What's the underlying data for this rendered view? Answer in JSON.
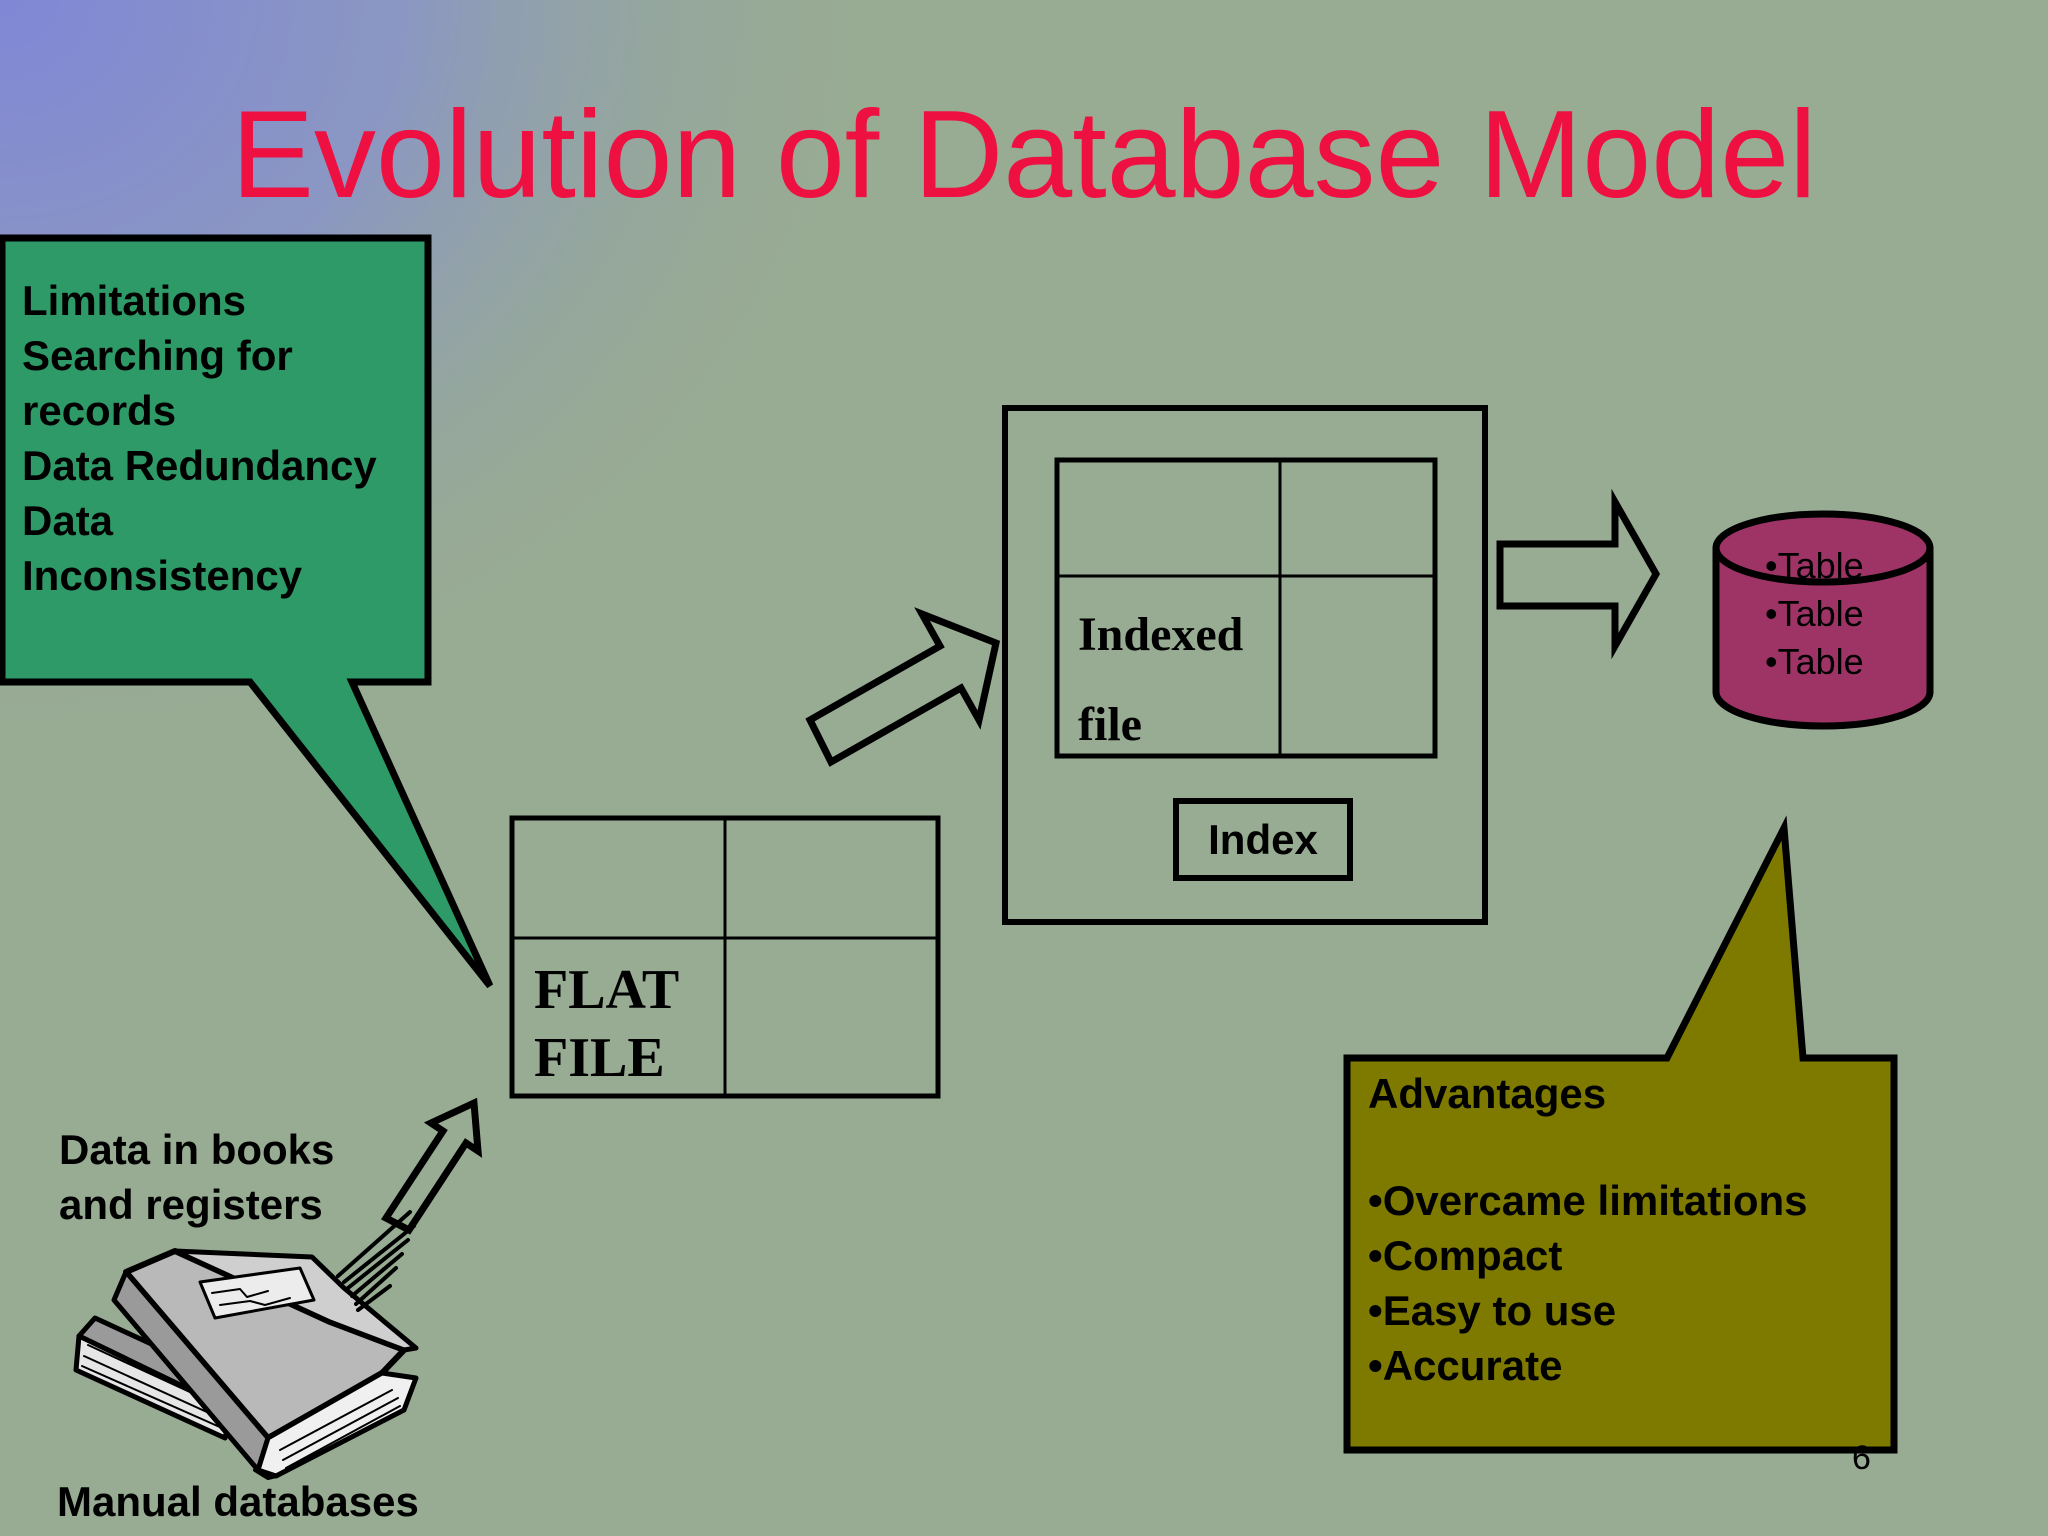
{
  "slide": {
    "title": "Evolution of Database Model",
    "page_number": "6",
    "colors": {
      "title": "#ee1040",
      "background": "#98ab93",
      "limitations_callout": "#2e9a67",
      "advantages_callout": "#7e7a00",
      "database_cylinder": "#9e3465"
    }
  },
  "limitations_callout": {
    "lines": [
      "Limitations",
      "Searching for",
      "records",
      "Data Redundancy",
      "Data",
      "Inconsistency"
    ]
  },
  "manual": {
    "caption_lines": [
      "Data in books",
      "and registers"
    ],
    "label": "Manual databases",
    "icon": "books-icon"
  },
  "flat_file": {
    "lines": [
      "FLAT",
      "FILE"
    ]
  },
  "indexed_file": {
    "lines": [
      "Indexed",
      "file"
    ],
    "index_label": "Index"
  },
  "database": {
    "items": [
      "•Table",
      "•Table",
      "•Table"
    ],
    "icon": "database-cylinder-icon"
  },
  "advantages_callout": {
    "heading": "Advantages",
    "items": [
      "•Overcame limitations",
      "•Compact",
      "•Easy to use",
      "•Accurate"
    ]
  }
}
